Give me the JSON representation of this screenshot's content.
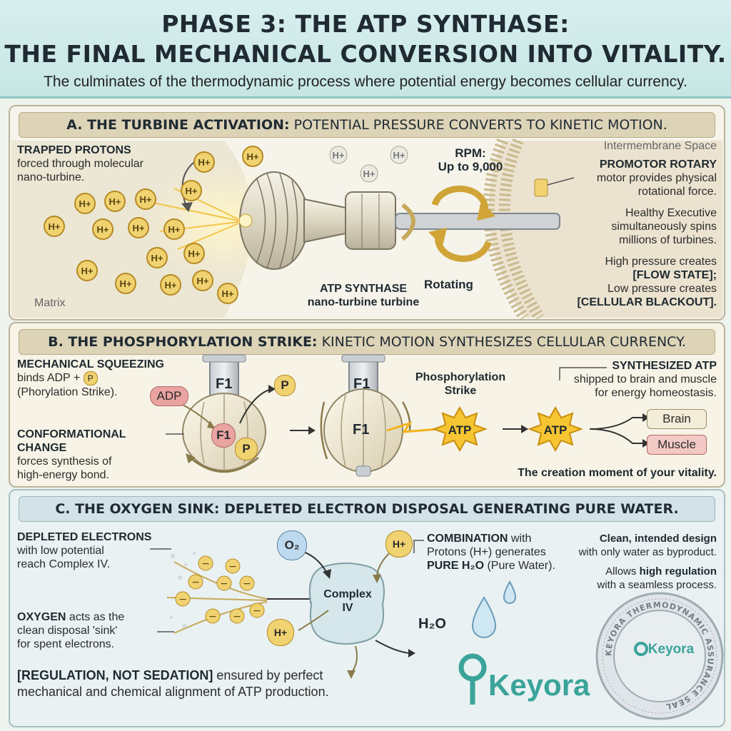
{
  "header": {
    "title_line1": "PHASE 3: THE ATP SYNTHASE:",
    "title_line2": "THE FINAL MECHANICAL CONVERSION INTO VITALITY.",
    "subtitle": "The culminates of the thermodynamic process where potential energy becomes cellular currency."
  },
  "section_a": {
    "heading_bold": "A. THE TURBINE ACTIVATION:",
    "heading_rest": " POTENTIAL PRESSURE CONVERTS TO KINETIC MOTION.",
    "trapped_title": "TRAPPED PROTONS",
    "trapped_desc_1": "forced through molecular",
    "trapped_desc_2": "nano-turbine.",
    "matrix_label": "Matrix",
    "proton_label": "H+",
    "rpm_1": "RPM:",
    "rpm_2": "Up to 9,000",
    "rotating": "Rotating",
    "synthase_1": "ATP SYNTHASE",
    "synthase_2": "nano-turbine turbine",
    "intermembrane": "Intermembrane Space",
    "promotor_title": "PROMOTOR ROTARY",
    "promotor_1": "motor provides physical",
    "promotor_2": "rotational force.",
    "exec_1": "Healthy Executive",
    "exec_2": "simultaneously spins",
    "exec_3": "millions of turbines.",
    "pressure_1": "High pressure creates",
    "pressure_2": "[FLOW STATE];",
    "pressure_3": "Low pressure creates",
    "pressure_4": "[CELLULAR BLACKOUT]."
  },
  "section_b": {
    "heading_bold": "B. THE PHOSPHORYLATION STRIKE:",
    "heading_rest": " KINETIC MOTION SYNTHESIZES CELLULAR CURRENCY.",
    "squeeze_title": "MECHANICAL SQUEEZING",
    "squeeze_1": "binds ADP +",
    "squeeze_p": "P",
    "squeeze_2": "(Phorylation Strike).",
    "adp": "ADP",
    "p": "P",
    "f1": "F1",
    "conf_title_1": "CONFORMATIONAL",
    "conf_title_2": "CHANGE",
    "conf_1": "forces synthesis of",
    "conf_2": "high-energy bond.",
    "strike_1": "Phosphorylation",
    "strike_2": "Strike",
    "atp": "ATP",
    "synth_title": "SYNTHESIZED ATP",
    "synth_1": "shipped to brain and muscle",
    "synth_2": "for energy homeostasis.",
    "brain": "Brain",
    "muscle": "Muscle",
    "moment": "The creation moment of your vitality."
  },
  "section_c": {
    "heading": "C. THE OXYGEN SINK: DEPLETED ELECTRON DISPOSAL GENERATING PURE WATER.",
    "depleted_title": "DEPLETED ELECTRONS",
    "depleted_1": "with low potential",
    "depleted_2": "reach Complex IV.",
    "electron": "⊖",
    "oxygen_title": "OXYGEN",
    "oxygen_1": " acts as the",
    "oxygen_2": "clean disposal 'sink'",
    "oxygen_3": "for spent electrons.",
    "o2": "O₂",
    "hplus": "H+",
    "complex_1": "Complex",
    "complex_2": "IV",
    "h2o": "H₂O",
    "combo_title": "COMBINATION",
    "combo_with": " with",
    "combo_1": "Protons (H+) generates",
    "combo_bold": "PURE H₂O",
    "combo_2": " (Pure Water).",
    "clean_title": "Clean, intended design",
    "clean_1": "with only water as byproduct.",
    "allows_1": "Allows ",
    "allows_bold": "high regulation",
    "allows_2": "with a seamless process.",
    "regulation_bold": "[REGULATION, NOT SEDATION]",
    "regulation_1": " ensured by perfect",
    "regulation_2": "mechanical and chemical alignment of ATP production."
  },
  "brand": {
    "logo": "Keyora",
    "seal_ring": "KEYORA THERMODYNAMIC ASSURANCE SEAL",
    "seal_center": "Keyora"
  },
  "colors": {
    "header_bg": "#c6e6e4",
    "proton_gold": "#f1d270",
    "adp_red": "#e9a3a0",
    "atp_star": "#f6c531",
    "brand_teal": "#3aa39a"
  }
}
